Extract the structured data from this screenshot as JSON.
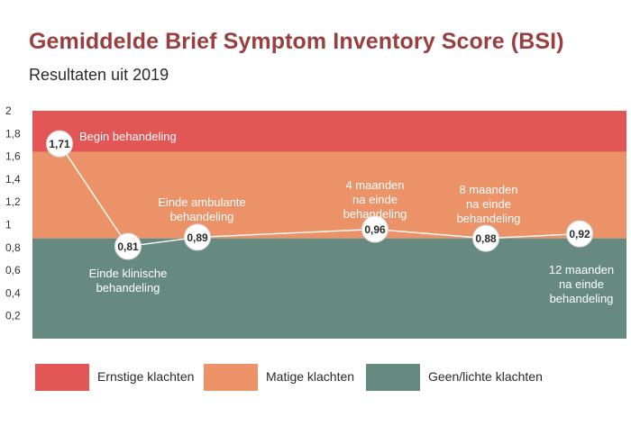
{
  "title": "Gemiddelde Brief Symptom Inventory Score (BSI)",
  "subtitle": "Resultaten uit 2019",
  "colors": {
    "severe": "#e25656",
    "moderate": "#eb9268",
    "none": "#678a80",
    "title": "#9a3f3f"
  },
  "chart_data": {
    "type": "line",
    "title": "Gemiddelde Brief Symptom Inventory Score (BSI)",
    "subtitle": "Resultaten uit 2019",
    "ylim": [
      0,
      2
    ],
    "yticks": [
      "0,2",
      "0,4",
      "0,6",
      "0,8",
      "1",
      "1,2",
      "1,4",
      "1,6",
      "1,8",
      "2"
    ],
    "bands": [
      {
        "name": "Ernstige klachten",
        "from": 1.64,
        "to": 2.0,
        "color": "#e25656"
      },
      {
        "name": "Matige klachten",
        "from": 0.88,
        "to": 1.64,
        "color": "#eb9268"
      },
      {
        "name": "Geen/lichte klachten",
        "from": 0.0,
        "to": 0.88,
        "color": "#678a80"
      }
    ],
    "points": [
      {
        "value": 1.71,
        "label_value": "1,71",
        "label": "Begin behandeling"
      },
      {
        "value": 0.81,
        "label_value": "0,81",
        "label": "Einde klinische behandeling"
      },
      {
        "value": 0.89,
        "label_value": "0,89",
        "label": "Einde ambulante behandeling"
      },
      {
        "value": 0.96,
        "label_value": "0,96",
        "label": "4 maanden na einde behandeling"
      },
      {
        "value": 0.88,
        "label_value": "0,88",
        "label": "8 maanden na einde behandeling"
      },
      {
        "value": 0.92,
        "label_value": "0,92",
        "label": "12 maanden na einde behandeling"
      }
    ],
    "legend": [
      "Ernstige klachten",
      "Matige klachten",
      "Geen/lichte klachten"
    ]
  }
}
